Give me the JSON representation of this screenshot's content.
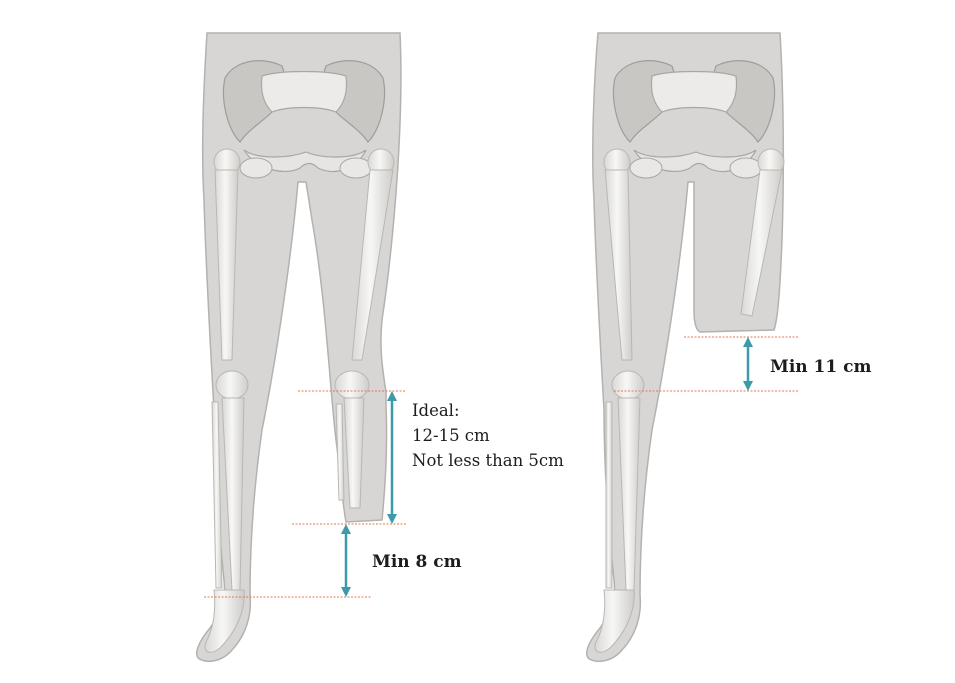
{
  "colors": {
    "background": "#ffffff",
    "body_silhouette": "#d8d6d4",
    "body_outline": "#b4b1ae",
    "bone": "#eeeeec",
    "bone_outline": "#b9b7b4",
    "arrow": "#3d9aa8",
    "marker_line": "#e0784f",
    "text": "#1d1d1d"
  },
  "figures": [
    {
      "id": "below-knee-amputation",
      "annotations": {
        "stump_ideal_heading": "Ideal:",
        "stump_ideal_range": "12-15 cm",
        "stump_minimum_note": "Not less than 5cm",
        "distal_clearance": "Min 8 cm"
      }
    },
    {
      "id": "above-knee-amputation",
      "annotations": {
        "knee_clearance": "Min 11 cm"
      }
    }
  ]
}
